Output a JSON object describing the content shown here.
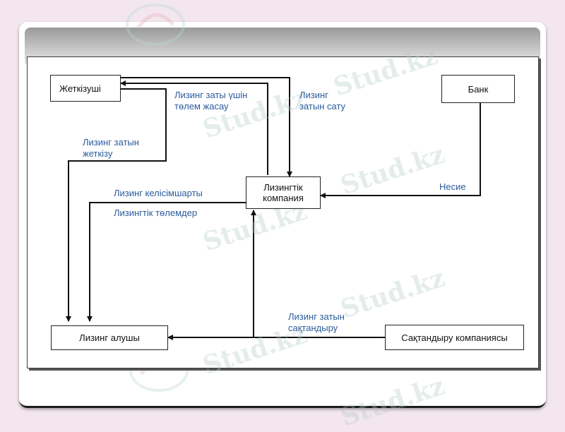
{
  "nodes": {
    "supplier": "Жеткізуші",
    "bank": "Банк",
    "leasing_company_line1": "Лизингтік",
    "leasing_company_line2": "компания",
    "lessee": "Лизинг алушы",
    "insurance": "Сақтандыру компаниясы"
  },
  "labels": {
    "payment_line1": "Лизинг заты үшін",
    "payment_line2": "төлем жасау",
    "sale_line1": "Лизинг",
    "sale_line2": "затын сату",
    "delivery_line1": "Лизинг затын",
    "delivery_line2": "жеткізу",
    "contract": "Лизинг келісімшарты",
    "payments": "Лизингтік төлемдер",
    "credit": "Несие",
    "insure_line1": "Лизинг затын",
    "insure_line2": "сақтандыру"
  },
  "watermark": "Stud.kz"
}
